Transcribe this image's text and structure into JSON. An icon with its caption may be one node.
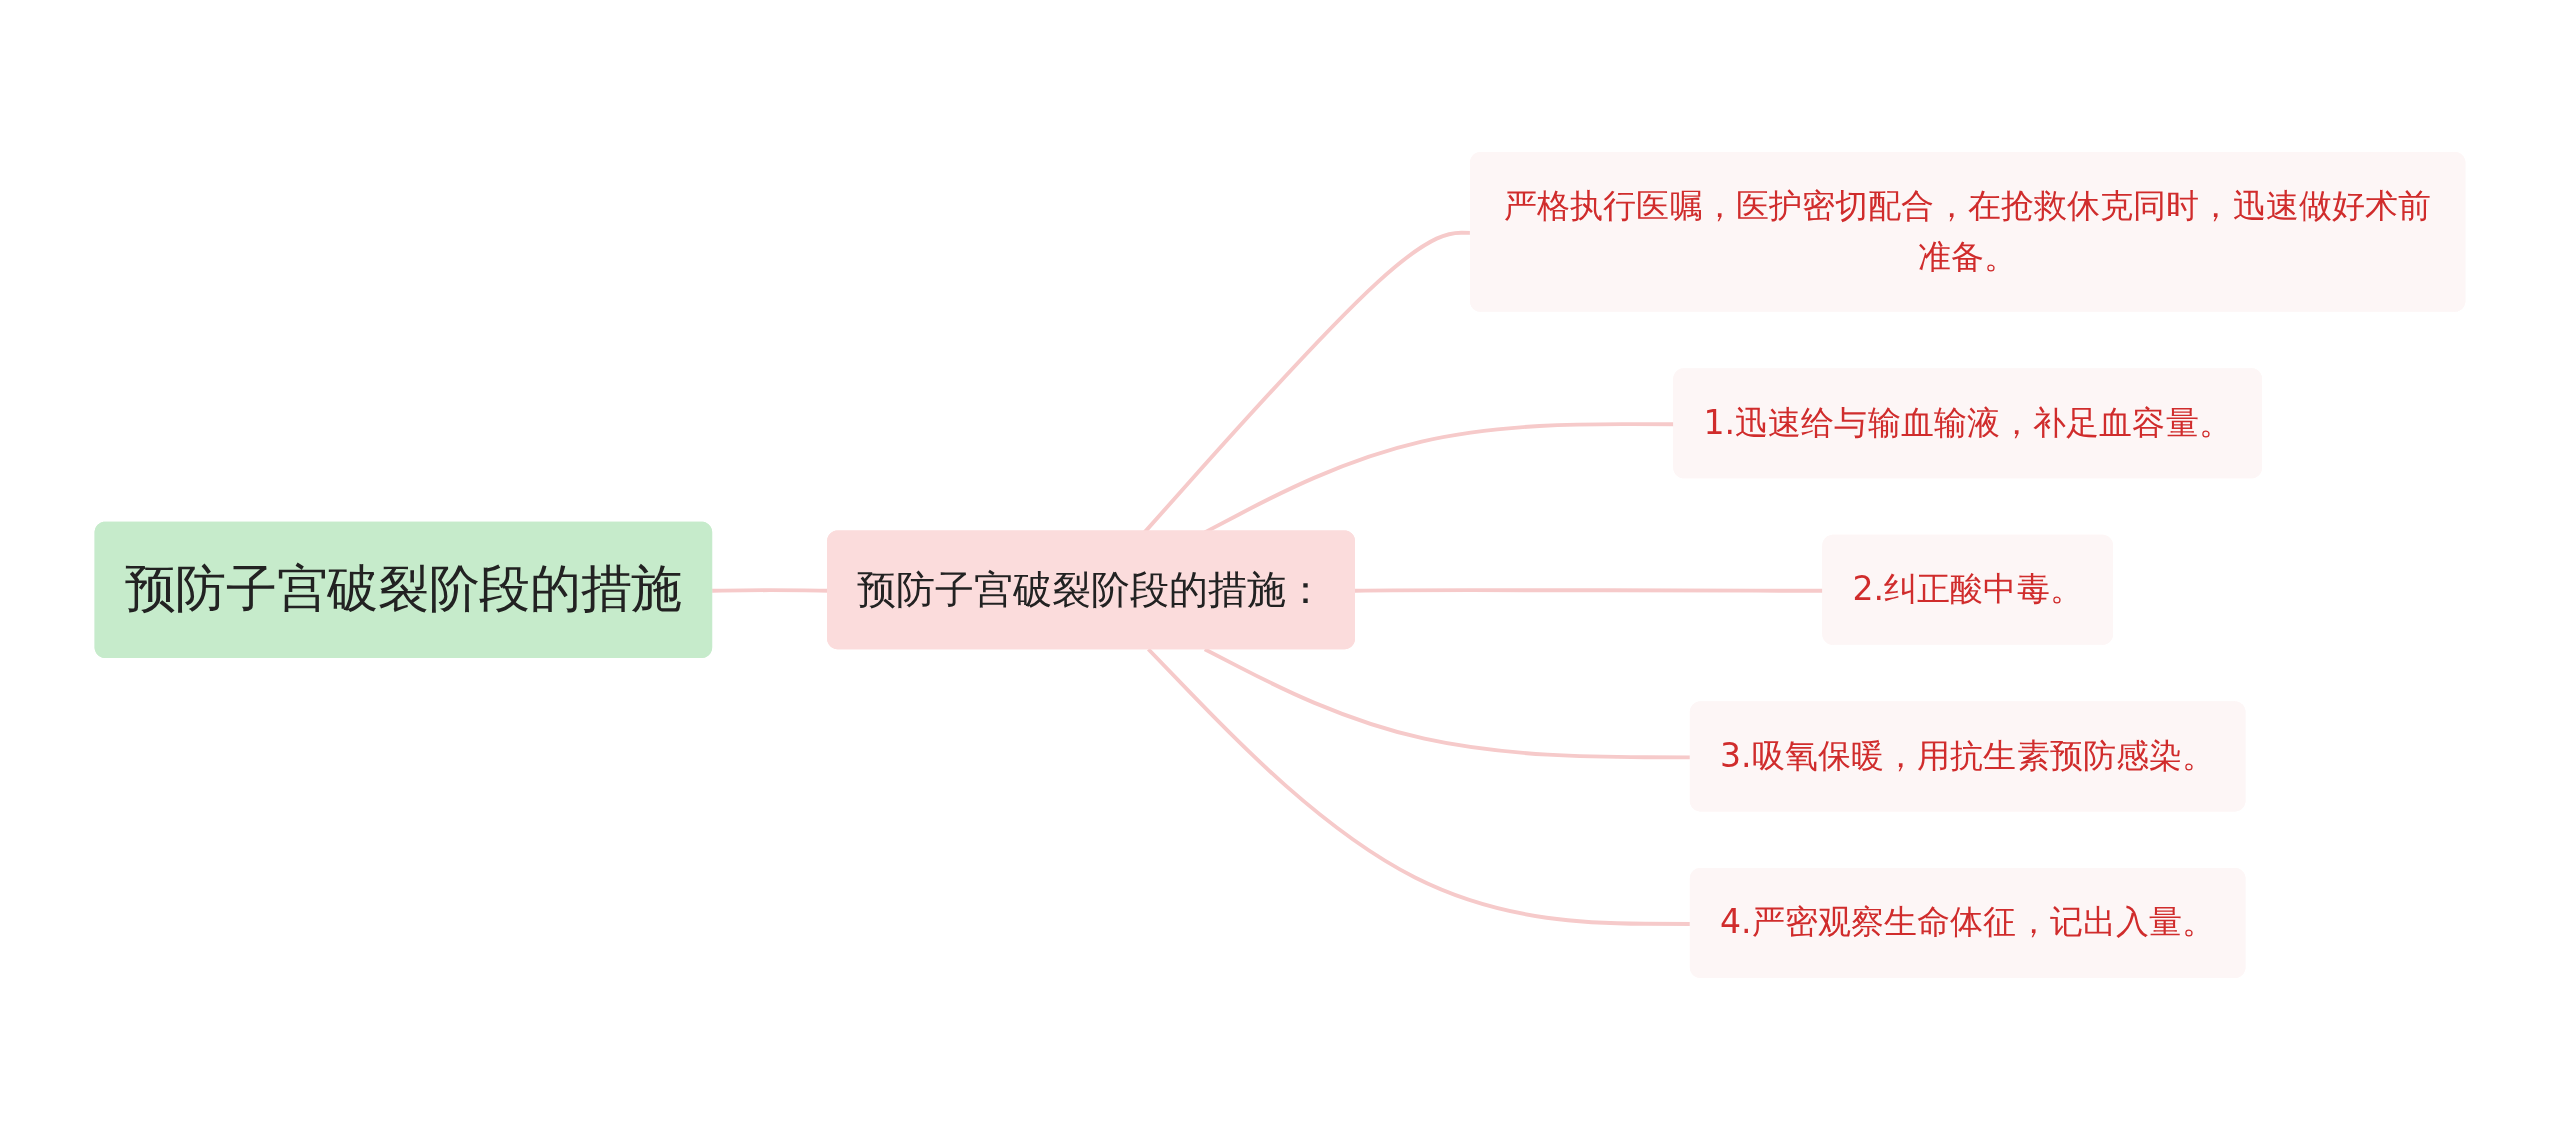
{
  "diagram": {
    "nodes": [
      {
        "text": [
          "预防子宫破裂阶段的措施"
        ]
      },
      {
        "text": [
          "预防子宫破裂阶段的措施："
        ]
      },
      {
        "text": [
          "严格执行医嘱，医护密切配合，在抢救休克同时，迅速做好术前准备。"
        ]
      },
      {
        "text": [
          "1.迅速给与输血输液，补足血容量。"
        ]
      },
      {
        "text": [
          "2.纠正酸中毒。"
        ]
      },
      {
        "text": [
          "3.吸氧保暖，用抗生素预防感染。"
        ]
      },
      {
        "text": [
          "4.严密观察生命体征，记出入量。"
        ]
      }
    ],
    "edges": [
      {
        "from": 0,
        "to": 1,
        "arrow": "none"
      },
      {
        "from": 1,
        "to": 2,
        "arrow": "none"
      },
      {
        "from": 1,
        "to": 3,
        "arrow": "none"
      },
      {
        "from": 1,
        "to": 4,
        "arrow": "none"
      },
      {
        "from": 1,
        "to": 5,
        "arrow": "none"
      },
      {
        "from": 1,
        "to": 6,
        "arrow": "none"
      }
    ]
  }
}
